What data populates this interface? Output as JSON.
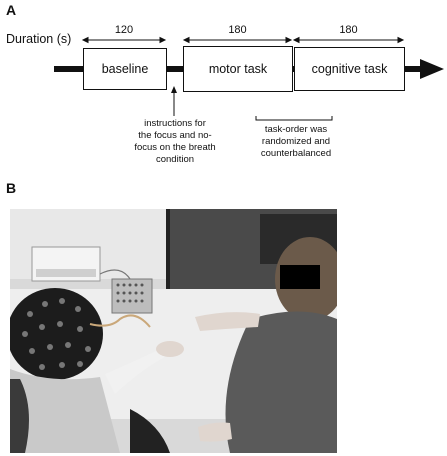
{
  "panel_a": {
    "label": "A",
    "duration_label": "Duration (s)",
    "segments": [
      {
        "name": "baseline",
        "duration": "120"
      },
      {
        "name": "motor task",
        "duration": "180"
      },
      {
        "name": "cognitive task",
        "duration": "180"
      }
    ],
    "instructions_note": [
      "instructions for",
      "the focus and no-",
      "focus on the breath",
      "condition"
    ],
    "order_note": [
      "task-order was",
      "randomized and",
      "counterbalanced"
    ]
  },
  "panel_b": {
    "label": "B"
  }
}
